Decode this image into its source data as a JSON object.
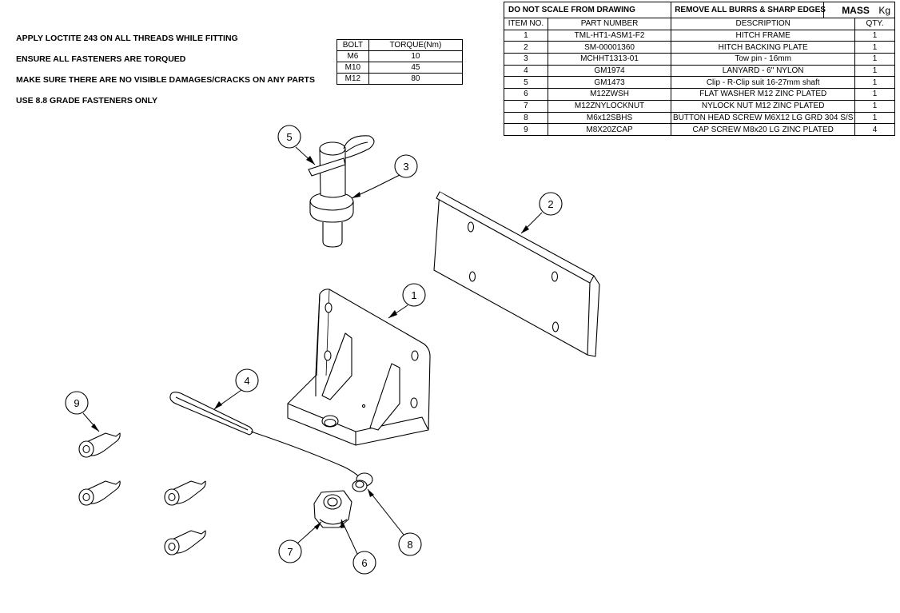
{
  "notes": [
    "APPLY LOCTITE 243 ON ALL THREADS WHILE FITTING",
    "ENSURE ALL FASTENERS ARE TORQUED",
    "MAKE SURE THERE ARE NO VISIBLE DAMAGES/CRACKS ON ANY PARTS",
    "USE 8.8 GRADE FASTENERS ONLY"
  ],
  "torque_table": {
    "headers": [
      "BOLT",
      "TORQUE(Nm)"
    ],
    "rows": [
      [
        "M6",
        "10"
      ],
      [
        "M10",
        "45"
      ],
      [
        "M12",
        "80"
      ]
    ]
  },
  "bom": {
    "banner": {
      "no_scale": "DO NOT SCALE FROM DRAWING",
      "burrs": "REMOVE ALL BURRS & SHARP EDGES",
      "mass": "MASS",
      "unit": "Kg"
    },
    "headers": [
      "ITEM NO.",
      "PART NUMBER",
      "DESCRIPTION",
      "QTY."
    ],
    "rows": [
      [
        "1",
        "TML-HT1-ASM1-F2",
        "HITCH FRAME",
        "1"
      ],
      [
        "2",
        "SM-00001360",
        "HITCH BACKING PLATE",
        "1"
      ],
      [
        "3",
        "MCHHT1313-01",
        "Tow  pin - 16mm",
        "1"
      ],
      [
        "4",
        "GM1974",
        "LANYARD - 6\" NYLON",
        "1"
      ],
      [
        "5",
        "GM1473",
        "Clip - R-Clip suit 16-27mm shaft",
        "1"
      ],
      [
        "6",
        "M12ZWSH",
        "FLAT WASHER M12 ZINC PLATED",
        "1"
      ],
      [
        "7",
        "M12ZNYLOCKNUT",
        "NYLOCK NUT M12 ZINC PLATED",
        "1"
      ],
      [
        "8",
        "M6x12SBHS",
        "BUTTON HEAD SCREW M6X12 LG GRD 304 S/S",
        "1"
      ],
      [
        "9",
        "M8X20ZCAP",
        "CAP SCREW M8x20 LG ZINC PLATED",
        "4"
      ]
    ]
  },
  "balloons": [
    "1",
    "2",
    "3",
    "4",
    "5",
    "6",
    "7",
    "8",
    "9"
  ]
}
